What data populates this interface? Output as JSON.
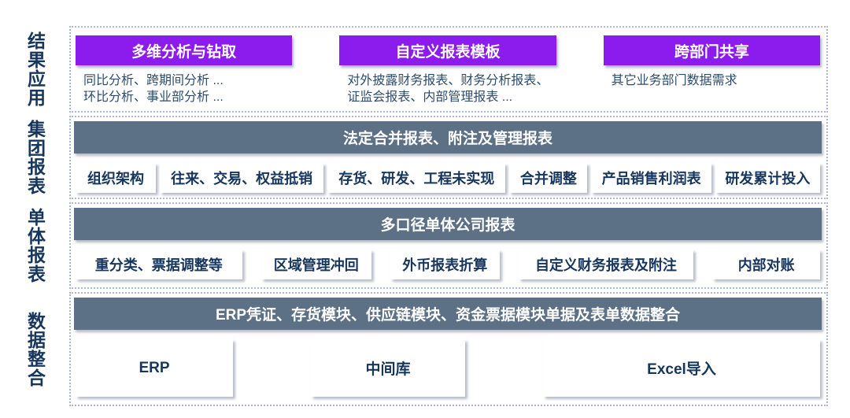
{
  "colors": {
    "purple": "#8C1BEE",
    "slate": "#5C7086",
    "navy_text": "#17365D",
    "desc_text": "#2E4D6D",
    "dotted_border": "#A9B8D8"
  },
  "layers": [
    {
      "label": "结果应用",
      "columns": [
        {
          "title": "多维分析与钻取",
          "lines": [
            "同比分析、跨期间分析 ...",
            "环比分析、事业部分析 ..."
          ]
        },
        {
          "title": "自定义报表模板",
          "lines": [
            "对外披露财务报表、财务分析报表、",
            "证监会报表、内部管理报表 ..."
          ]
        },
        {
          "title": "跨部门共享",
          "lines": [
            "其它业务部门数据需求"
          ]
        }
      ]
    },
    {
      "label": "集团报表",
      "header": "法定合并报表、附注及管理报表",
      "boxes": [
        "组织架构",
        "往来、交易、权益抵销",
        "存货、研发、工程未实现",
        "合并调整",
        "产品销售利润表",
        "研发累计投入"
      ]
    },
    {
      "label": "单体报表",
      "header": "多口径单体公司报表",
      "boxes": [
        "重分类、票据调整等",
        "区域管理冲回",
        "外币报表折算",
        "自定义财务报表及附注",
        "内部对账"
      ]
    },
    {
      "label": "数据整合",
      "header": "ERP凭证、存货模块、供应链模块、资金票据模块单据及表单数据整合",
      "boxes": [
        "ERP",
        "中间库",
        "Excel导入"
      ]
    }
  ]
}
